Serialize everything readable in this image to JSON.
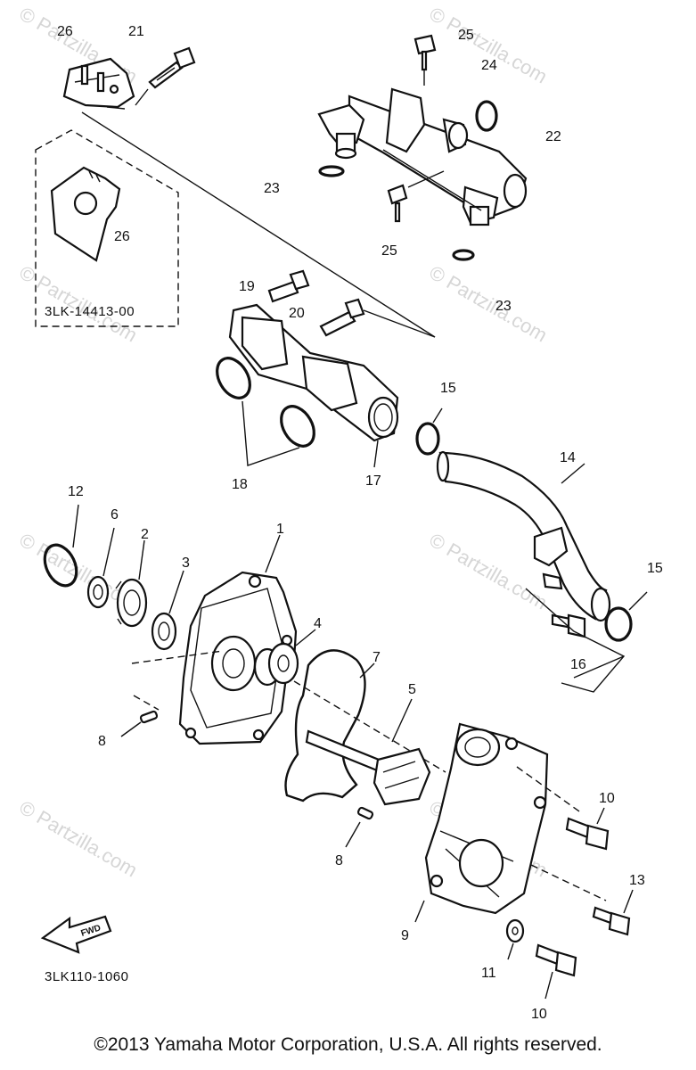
{
  "diagram": {
    "part_numbers": {
      "p1": "1",
      "p2": "2",
      "p3": "3",
      "p4": "4",
      "p5": "5",
      "p6": "6",
      "p7": "7",
      "p8a": "8",
      "p8b": "8",
      "p9": "9",
      "p10a": "10",
      "p10b": "10",
      "p11": "11",
      "p12": "12",
      "p13": "13",
      "p14": "14",
      "p15a": "15",
      "p15b": "15",
      "p16": "16",
      "p17": "17",
      "p18": "18",
      "p19": "19",
      "p20": "20",
      "p21": "21",
      "p22": "22",
      "p23a": "23",
      "p23b": "23",
      "p24": "24",
      "p25a": "25",
      "p25b": "25",
      "p26a": "26",
      "p26b": "26"
    },
    "inset_code": "3LK-14413-00",
    "diagram_code": "3LK110-1060",
    "fwd_label": "FWD",
    "watermark": "© Partzilla.com"
  },
  "footer": {
    "copyright": "©2013 Yamaha Motor Corporation, U.S.A. All rights reserved."
  }
}
